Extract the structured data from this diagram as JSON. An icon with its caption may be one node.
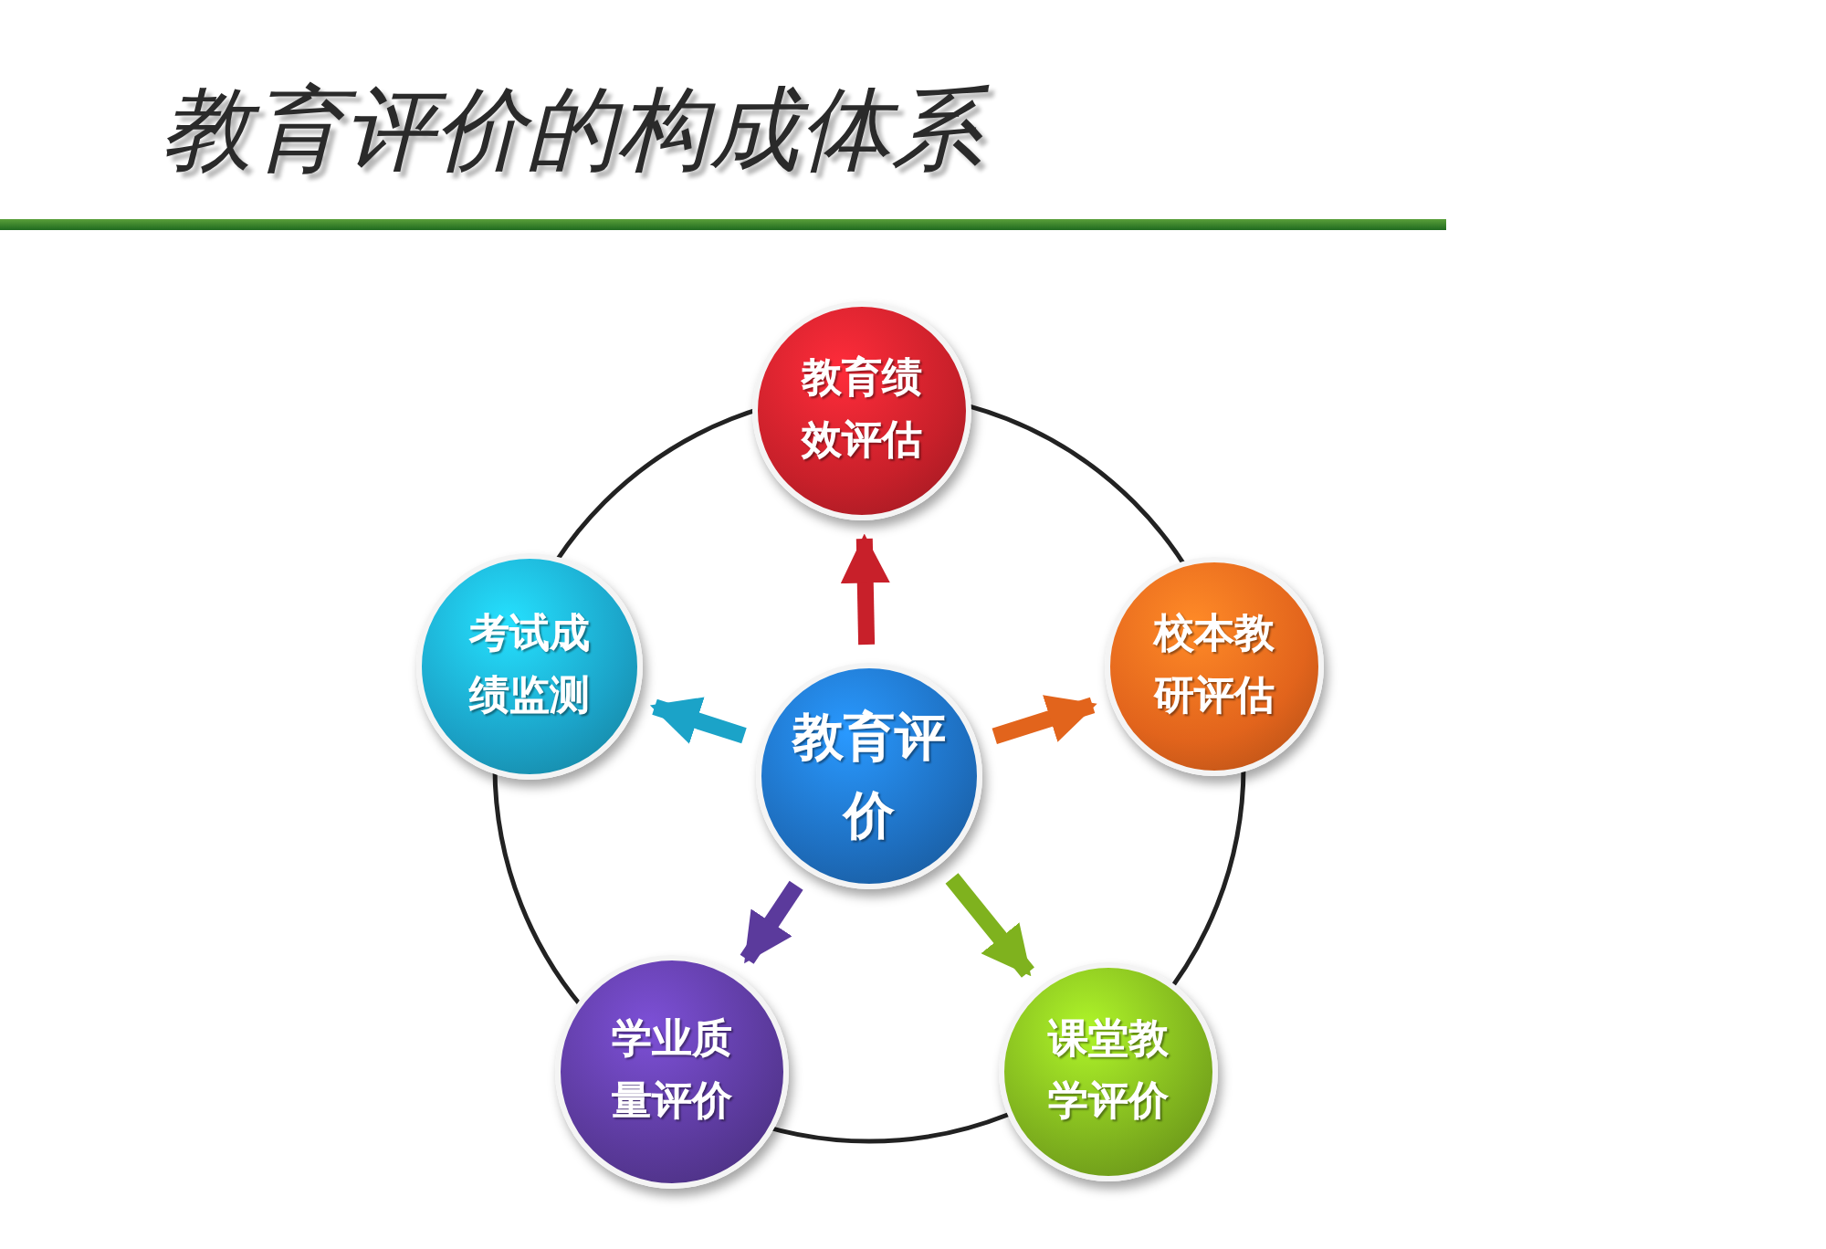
{
  "diagram": {
    "title": "教育评价的构成体系",
    "nodes": [
      {
        "text": [
          "教育评价"
        ]
      },
      {
        "text": [
          "教育绩效评估"
        ]
      },
      {
        "text": [
          "校本教研评估"
        ]
      },
      {
        "text": [
          "课堂教学评价"
        ]
      },
      {
        "text": [
          "学业质量评价"
        ]
      },
      {
        "text": [
          "考试成绩监测"
        ]
      }
    ],
    "edges": [
      {
        "from": 0,
        "to": 1,
        "arrow": "to",
        "color": "#c8202a"
      },
      {
        "from": 0,
        "to": 2,
        "arrow": "to",
        "color": "#e2641c"
      },
      {
        "from": 0,
        "to": 3,
        "arrow": "to",
        "color": "#7fb21e"
      },
      {
        "from": 0,
        "to": 4,
        "arrow": "to",
        "color": "#5b3a9c"
      },
      {
        "from": 0,
        "to": 5,
        "arrow": "to",
        "color": "#1ba3c8"
      }
    ]
  }
}
